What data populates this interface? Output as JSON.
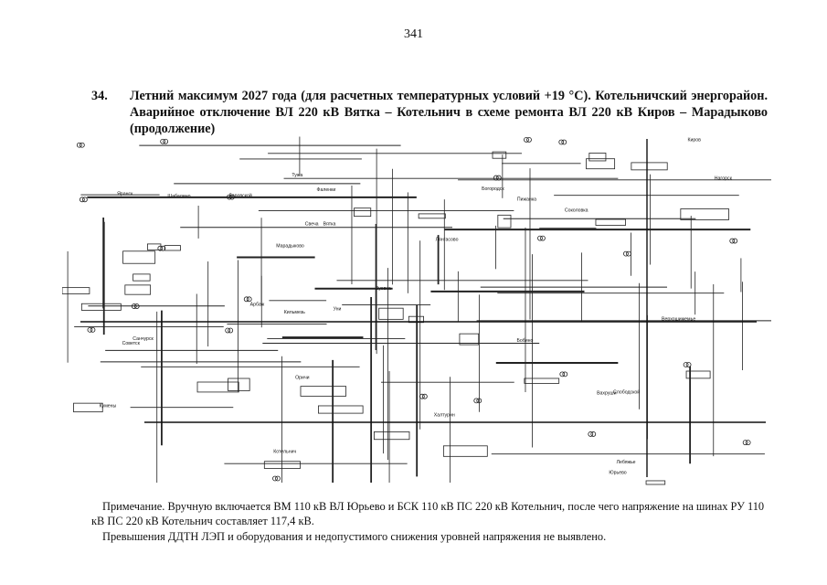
{
  "page": {
    "number": "341",
    "heading_number": "34.",
    "heading_text": "Летний максимум 2027 года (для расчетных температурных условий +19 °С). Котельничский энергорайон. Аварийное отключение ВЛ 220 кВ Вятка – Котельнич в схеме ремонта ВЛ 220 кВ Киров – Марадыково (продолжение)"
  },
  "diagram": {
    "labels": [
      "Вятка",
      "Котельнич",
      "Киров",
      "Марадыково",
      "Юрьево",
      "Соколовка",
      "Оричи",
      "Халтурин",
      "Лянгасово",
      "Вахруши",
      "Слободской",
      "Бобино",
      "Кумены",
      "Нагорск",
      "Зуевка",
      "Фаленки",
      "Свеча",
      "Даровской",
      "Шабалино",
      "Арбаж",
      "Тужа",
      "Пижанка",
      "Яранск",
      "Санчурск",
      "Кильмезь",
      "Советск",
      "Лебяжье",
      "Уни",
      "Богородск",
      "Верхошижемье"
    ]
  },
  "note": {
    "line1": "Примечание. Вручную включается ВМ 110 кВ ВЛ Юрьево и БСК 110 кВ ПС 220 кВ Котельнич, после чего напряжение на шинах РУ 110 кВ ПС 220 кВ Котельнич составляет 117,4 кВ.",
    "line2": "Превышения ДДТН ЛЭП и оборудования и недопустимого снижения уровней напряжения не выявлено."
  }
}
